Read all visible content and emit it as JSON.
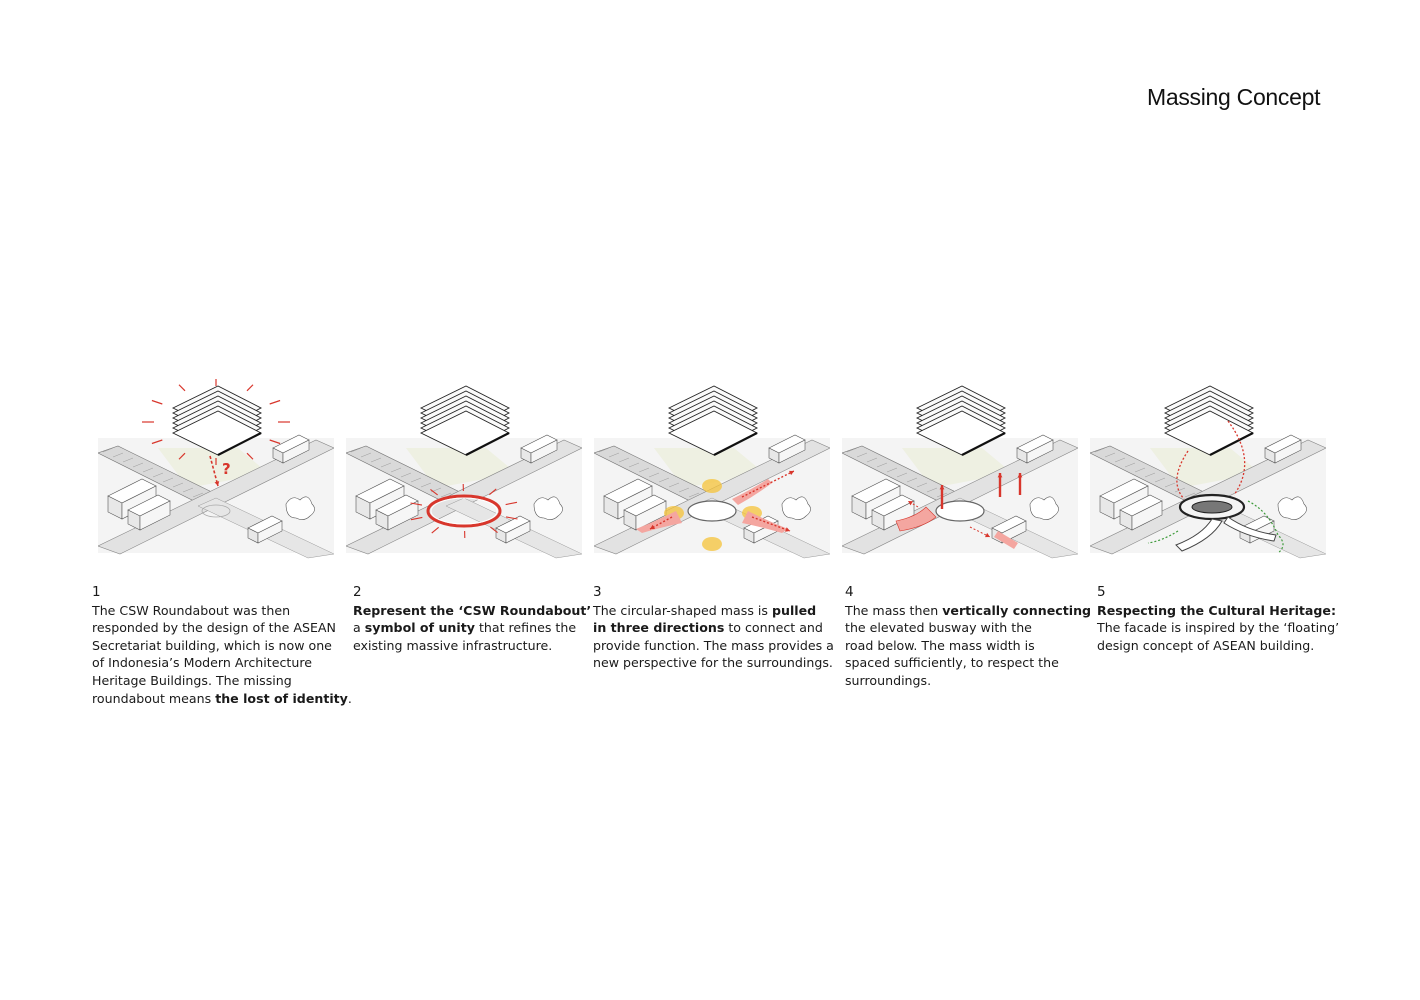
{
  "title": "Massing Concept",
  "accent_color": "#d8362c",
  "highlight_color": "#f4a6a0",
  "glow_color": "#f6c338",
  "path_color": "#3d9a3a",
  "panels": [
    {
      "number": "1",
      "annotation_mark": "?",
      "lines": [
        [
          {
            "text": "The CSW Roundabout was then",
            "bold": false
          }
        ],
        [
          {
            "text": "responded by the design of the ASEAN",
            "bold": false
          }
        ],
        [
          {
            "text": "Secretariat building, which is now one",
            "bold": false
          }
        ],
        [
          {
            "text": "of Indonesia’s Modern Architecture",
            "bold": false
          }
        ],
        [
          {
            "text": "Heritage Buildings. The missing",
            "bold": false
          }
        ],
        [
          {
            "text": "roundabout means ",
            "bold": false
          },
          {
            "text": "the lost of identity",
            "bold": true
          },
          {
            "text": ".",
            "bold": false
          }
        ]
      ]
    },
    {
      "number": "2",
      "lines": [
        [
          {
            "text": "Represent the ‘CSW Roundabout’",
            "bold": true
          }
        ],
        [
          {
            "text": "a ",
            "bold": false
          },
          {
            "text": "symbol of unity",
            "bold": true
          },
          {
            "text": " that refines the",
            "bold": false
          }
        ],
        [
          {
            "text": "existing massive infrastructure.",
            "bold": false
          }
        ]
      ]
    },
    {
      "number": "3",
      "lines": [
        [
          {
            "text": "The circular-shaped mass is ",
            "bold": false
          },
          {
            "text": "pulled",
            "bold": true
          }
        ],
        [
          {
            "text": "in three directions",
            "bold": true
          },
          {
            "text": " to connect and",
            "bold": false
          }
        ],
        [
          {
            "text": "provide function. The mass provides a",
            "bold": false
          }
        ],
        [
          {
            "text": "new perspective for the surroundings.",
            "bold": false
          }
        ]
      ]
    },
    {
      "number": "4",
      "lines": [
        [
          {
            "text": "The mass then ",
            "bold": false
          },
          {
            "text": "vertically connecting",
            "bold": true
          }
        ],
        [
          {
            "text": "the elevated busway with the",
            "bold": false
          }
        ],
        [
          {
            "text": "road below. The mass width is",
            "bold": false
          }
        ],
        [
          {
            "text": "spaced sufficiently, to respect the",
            "bold": false
          }
        ],
        [
          {
            "text": "surroundings.",
            "bold": false
          }
        ]
      ]
    },
    {
      "number": "5",
      "lines": [
        [
          {
            "text": "Respecting the Cultural Heritage:",
            "bold": true
          }
        ],
        [
          {
            "text": "The facade is inspired by the ‘floating’",
            "bold": false
          }
        ],
        [
          {
            "text": "design concept of ASEAN building.",
            "bold": false
          }
        ]
      ]
    }
  ]
}
